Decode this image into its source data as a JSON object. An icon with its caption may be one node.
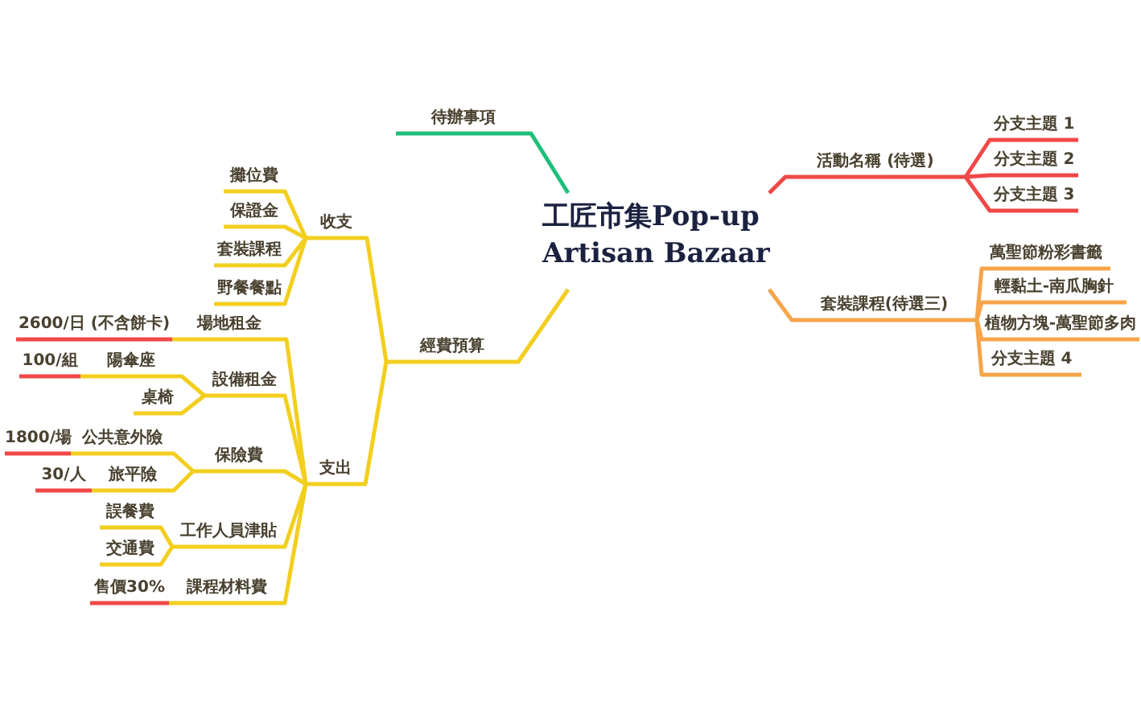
{
  "diagram": {
    "nodes": [
      {
        "text": [
          "工匠市集Pop-up Artisan Bazaar"
        ]
      },
      {
        "text": [
          "待辦事項"
        ]
      },
      {
        "text": [
          "經費預算"
        ]
      },
      {
        "text": [
          "收支"
        ]
      },
      {
        "text": [
          "攤位費"
        ]
      },
      {
        "text": [
          "保證金"
        ]
      },
      {
        "text": [
          "套裝課程"
        ]
      },
      {
        "text": [
          "野餐餐點"
        ]
      },
      {
        "text": [
          "支出"
        ]
      },
      {
        "text": [
          "場地租金"
        ]
      },
      {
        "text": [
          "2600/日 (不含餅卡)"
        ]
      },
      {
        "text": [
          "設備租金"
        ]
      },
      {
        "text": [
          "陽傘座"
        ]
      },
      {
        "text": [
          "100/組"
        ]
      },
      {
        "text": [
          "桌椅"
        ]
      },
      {
        "text": [
          "保險費"
        ]
      },
      {
        "text": [
          "公共意外險"
        ]
      },
      {
        "text": [
          "1800/場"
        ]
      },
      {
        "text": [
          "旅平險"
        ]
      },
      {
        "text": [
          "30/人"
        ]
      },
      {
        "text": [
          "工作人員津貼"
        ]
      },
      {
        "text": [
          "誤餐費"
        ]
      },
      {
        "text": [
          "交通費"
        ]
      },
      {
        "text": [
          "課程材料費"
        ]
      },
      {
        "text": [
          "售價30%"
        ]
      },
      {
        "text": [
          "活動名稱 (待選)"
        ]
      },
      {
        "text": [
          "分支主題 1"
        ]
      },
      {
        "text": [
          "分支主題 2"
        ]
      },
      {
        "text": [
          "分支主題 3"
        ]
      },
      {
        "text": [
          "套裝課程(待選三)"
        ]
      },
      {
        "text": [
          "萬聖節粉彩書籤"
        ]
      },
      {
        "text": [
          "輕黏土-南瓜胸針"
        ]
      },
      {
        "text": [
          "植物方塊-萬聖節多肉"
        ]
      },
      {
        "text": [
          "分支主題 4"
        ]
      }
    ],
    "edges": [
      {
        "from": 0,
        "to": 1,
        "arrow": "none",
        "color": "#1fbf7a"
      },
      {
        "from": 0,
        "to": 2,
        "arrow": "none"
      },
      {
        "from": 2,
        "to": 3,
        "arrow": "none"
      },
      {
        "from": 3,
        "to": 4,
        "arrow": "none"
      },
      {
        "from": 3,
        "to": 5,
        "arrow": "none"
      },
      {
        "from": 3,
        "to": 6,
        "arrow": "none"
      },
      {
        "from": 3,
        "to": 7,
        "arrow": "none"
      },
      {
        "from": 2,
        "to": 8,
        "arrow": "none"
      },
      {
        "from": 8,
        "to": 9,
        "arrow": "none"
      },
      {
        "from": 9,
        "to": 10,
        "arrow": "none",
        "color": "#f04848"
      },
      {
        "from": 8,
        "to": 11,
        "arrow": "none"
      },
      {
        "from": 11,
        "to": 12,
        "arrow": "none"
      },
      {
        "from": 12,
        "to": 13,
        "arrow": "none",
        "color": "#f04848"
      },
      {
        "from": 11,
        "to": 14,
        "arrow": "none"
      },
      {
        "from": 8,
        "to": 15,
        "arrow": "none"
      },
      {
        "from": 15,
        "to": 16,
        "arrow": "none"
      },
      {
        "from": 16,
        "to": 17,
        "arrow": "none",
        "color": "#f04848"
      },
      {
        "from": 15,
        "to": 18,
        "arrow": "none"
      },
      {
        "from": 18,
        "to": 19,
        "arrow": "none",
        "color": "#f04848"
      },
      {
        "from": 8,
        "to": 20,
        "arrow": "none"
      },
      {
        "from": 20,
        "to": 21,
        "arrow": "none"
      },
      {
        "from": 20,
        "to": 22,
        "arrow": "none"
      },
      {
        "from": 8,
        "to": 23,
        "arrow": "none"
      },
      {
        "from": 23,
        "to": 24,
        "arrow": "none",
        "color": "#f04848"
      },
      {
        "from": 0,
        "to": 25,
        "arrow": "none",
        "color": "#f04848"
      },
      {
        "from": 25,
        "to": 26,
        "arrow": "none",
        "color": "#f04848"
      },
      {
        "from": 25,
        "to": 27,
        "arrow": "none",
        "color": "#f04848"
      },
      {
        "from": 25,
        "to": 28,
        "arrow": "none",
        "color": "#f04848"
      },
      {
        "from": 0,
        "to": 29,
        "arrow": "none",
        "color": "#f5a54a"
      },
      {
        "from": 29,
        "to": 30,
        "arrow": "none",
        "color": "#f5a54a"
      },
      {
        "from": 29,
        "to": 31,
        "arrow": "none",
        "color": "#f5a54a"
      },
      {
        "from": 29,
        "to": 32,
        "arrow": "none",
        "color": "#f5a54a"
      },
      {
        "from": 29,
        "to": 33,
        "arrow": "none",
        "color": "#f5a54a"
      }
    ]
  }
}
